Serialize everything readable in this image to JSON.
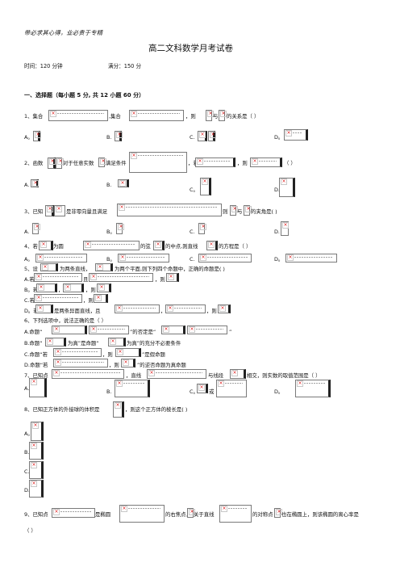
{
  "motto": "带必求其心得，业必贵于专精",
  "title": "高二文科数学月考试卷",
  "info": {
    "time": "时间：120 分钟",
    "score": "满分：150 分"
  },
  "section1": "一、选择题（每小题 5 分, 共 12 小题 60 分）",
  "q1": {
    "a": "1、集合",
    "b": ",集合",
    "c": "，则",
    "d": "与",
    "e": "的关系是（      ）",
    "opts": [
      "A。",
      "B.",
      "C.",
      "D。"
    ]
  },
  "q2": {
    "a": "2、函数",
    "b": "对于任意实数",
    "c": "满足条件",
    "d": "，若",
    "e": "，则",
    "f": "（    ）",
    "opts": [
      "A.",
      "B.",
      "C。",
      "D."
    ]
  },
  "q3": {
    "a": "3、已知",
    "b": "是非零向量且满足",
    "c": "则",
    "d": "与",
    "e": "的夹角是(      )",
    "opts": [
      "A.",
      "B。",
      "C.",
      "D."
    ]
  },
  "q4": {
    "a": "4、若",
    "b": "为圆",
    "c": "的弦",
    "d": "的中点,则直线",
    "e": "的方程是（      ）",
    "opts": [
      "A。",
      "B。",
      "C.",
      "D。"
    ]
  },
  "q5": {
    "a": "5、设",
    "b": "为两条直线，",
    "c": "为两个平面,则下列四个命题中，正确的命题是(       )",
    "A1": "A.若",
    "A2": "且",
    "A3": "，则",
    "B1": "B。若",
    "B2": "，",
    "B3": "，则",
    "C1": "C.若",
    "C2": "，则",
    "D1": "D。若",
    "D2": "是两条异面直线，且",
    "D3": "，则"
  },
  "q6": {
    "stem": "6、下列选项中，说法正确的是（     ）",
    "A1": "A.命题“",
    "A2": "”的否定是“",
    "A3": "”",
    "B1": "B.命题“",
    "B2": "为真”是命题“",
    "B3": "为真”的充分不必要条件",
    "C1": "C.命题“若",
    "C2": "，则",
    "C3": "”是假命题",
    "D1": "D.命题“若",
    "D2": "，则",
    "D3": "”的逆否命题为真命题"
  },
  "q7": {
    "a": "7、已知点",
    "b": "，直线",
    "c": "与线段",
    "d": "相交，则实数的取值范围是（      ）",
    "opts": [
      "A.",
      "B.",
      "C。",
      "或",
      "D。"
    ]
  },
  "q8": {
    "a": "8、已知正方体的外接球的体积是",
    "b": "，则这个正方体的棱长是(      )",
    "opts": [
      "A。",
      "B.",
      "C.",
      "D."
    ]
  },
  "q9": {
    "a": "9、已知点",
    "b": "是椭圆",
    "c": "的右焦点，",
    "d": "关于直线",
    "e": "的对称点",
    "f": "也在椭圆上，则该椭圆的离心率是",
    "g": "（      ）"
  }
}
